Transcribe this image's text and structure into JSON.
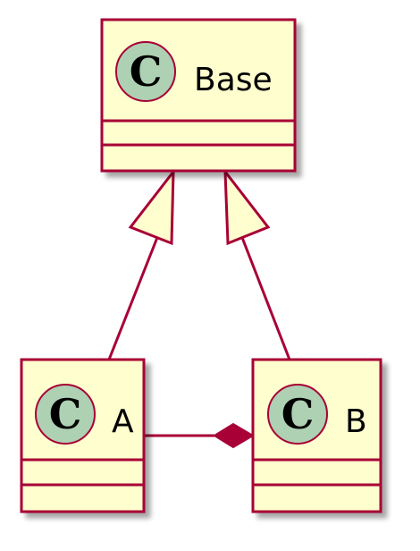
{
  "diagram": {
    "classes": [
      {
        "id": "base",
        "name": "Base",
        "stereotype": "C"
      },
      {
        "id": "a",
        "name": "A",
        "stereotype": "C"
      },
      {
        "id": "b",
        "name": "B",
        "stereotype": "C"
      }
    ],
    "relations": [
      {
        "from": "A",
        "to": "Base",
        "type": "inheritance"
      },
      {
        "from": "B",
        "to": "Base",
        "type": "inheritance"
      },
      {
        "from": "A",
        "to": "B",
        "type": "composition"
      }
    ]
  },
  "colors": {
    "class_fill": "#FEFECE",
    "border": "#A80036",
    "stereotype_circle": "#ADD1B2",
    "shadow": "#C8C8C8",
    "text": "#000000"
  }
}
